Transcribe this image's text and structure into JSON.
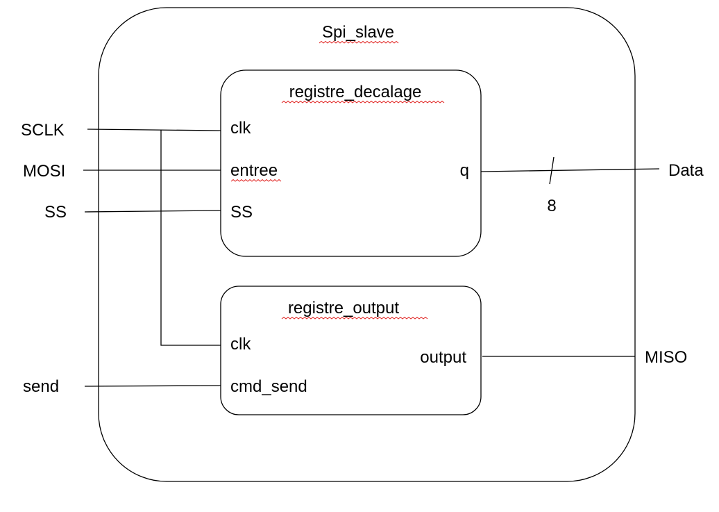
{
  "diagram": {
    "outer_block": {
      "name": "Spi_slave"
    },
    "shift_register": {
      "name": "registre_decalage",
      "ports": {
        "clk": "clk",
        "entree": "entree",
        "ss": "SS",
        "q": "q"
      }
    },
    "output_register": {
      "name": "registre_output",
      "ports": {
        "clk": "clk",
        "cmd_send": "cmd_send",
        "output": "output"
      }
    },
    "signals": {
      "sclk": "SCLK",
      "mosi": "MOSI",
      "ss": "SS",
      "send": "send",
      "data": "Data",
      "miso": "MISO",
      "bus_width": "8"
    }
  }
}
